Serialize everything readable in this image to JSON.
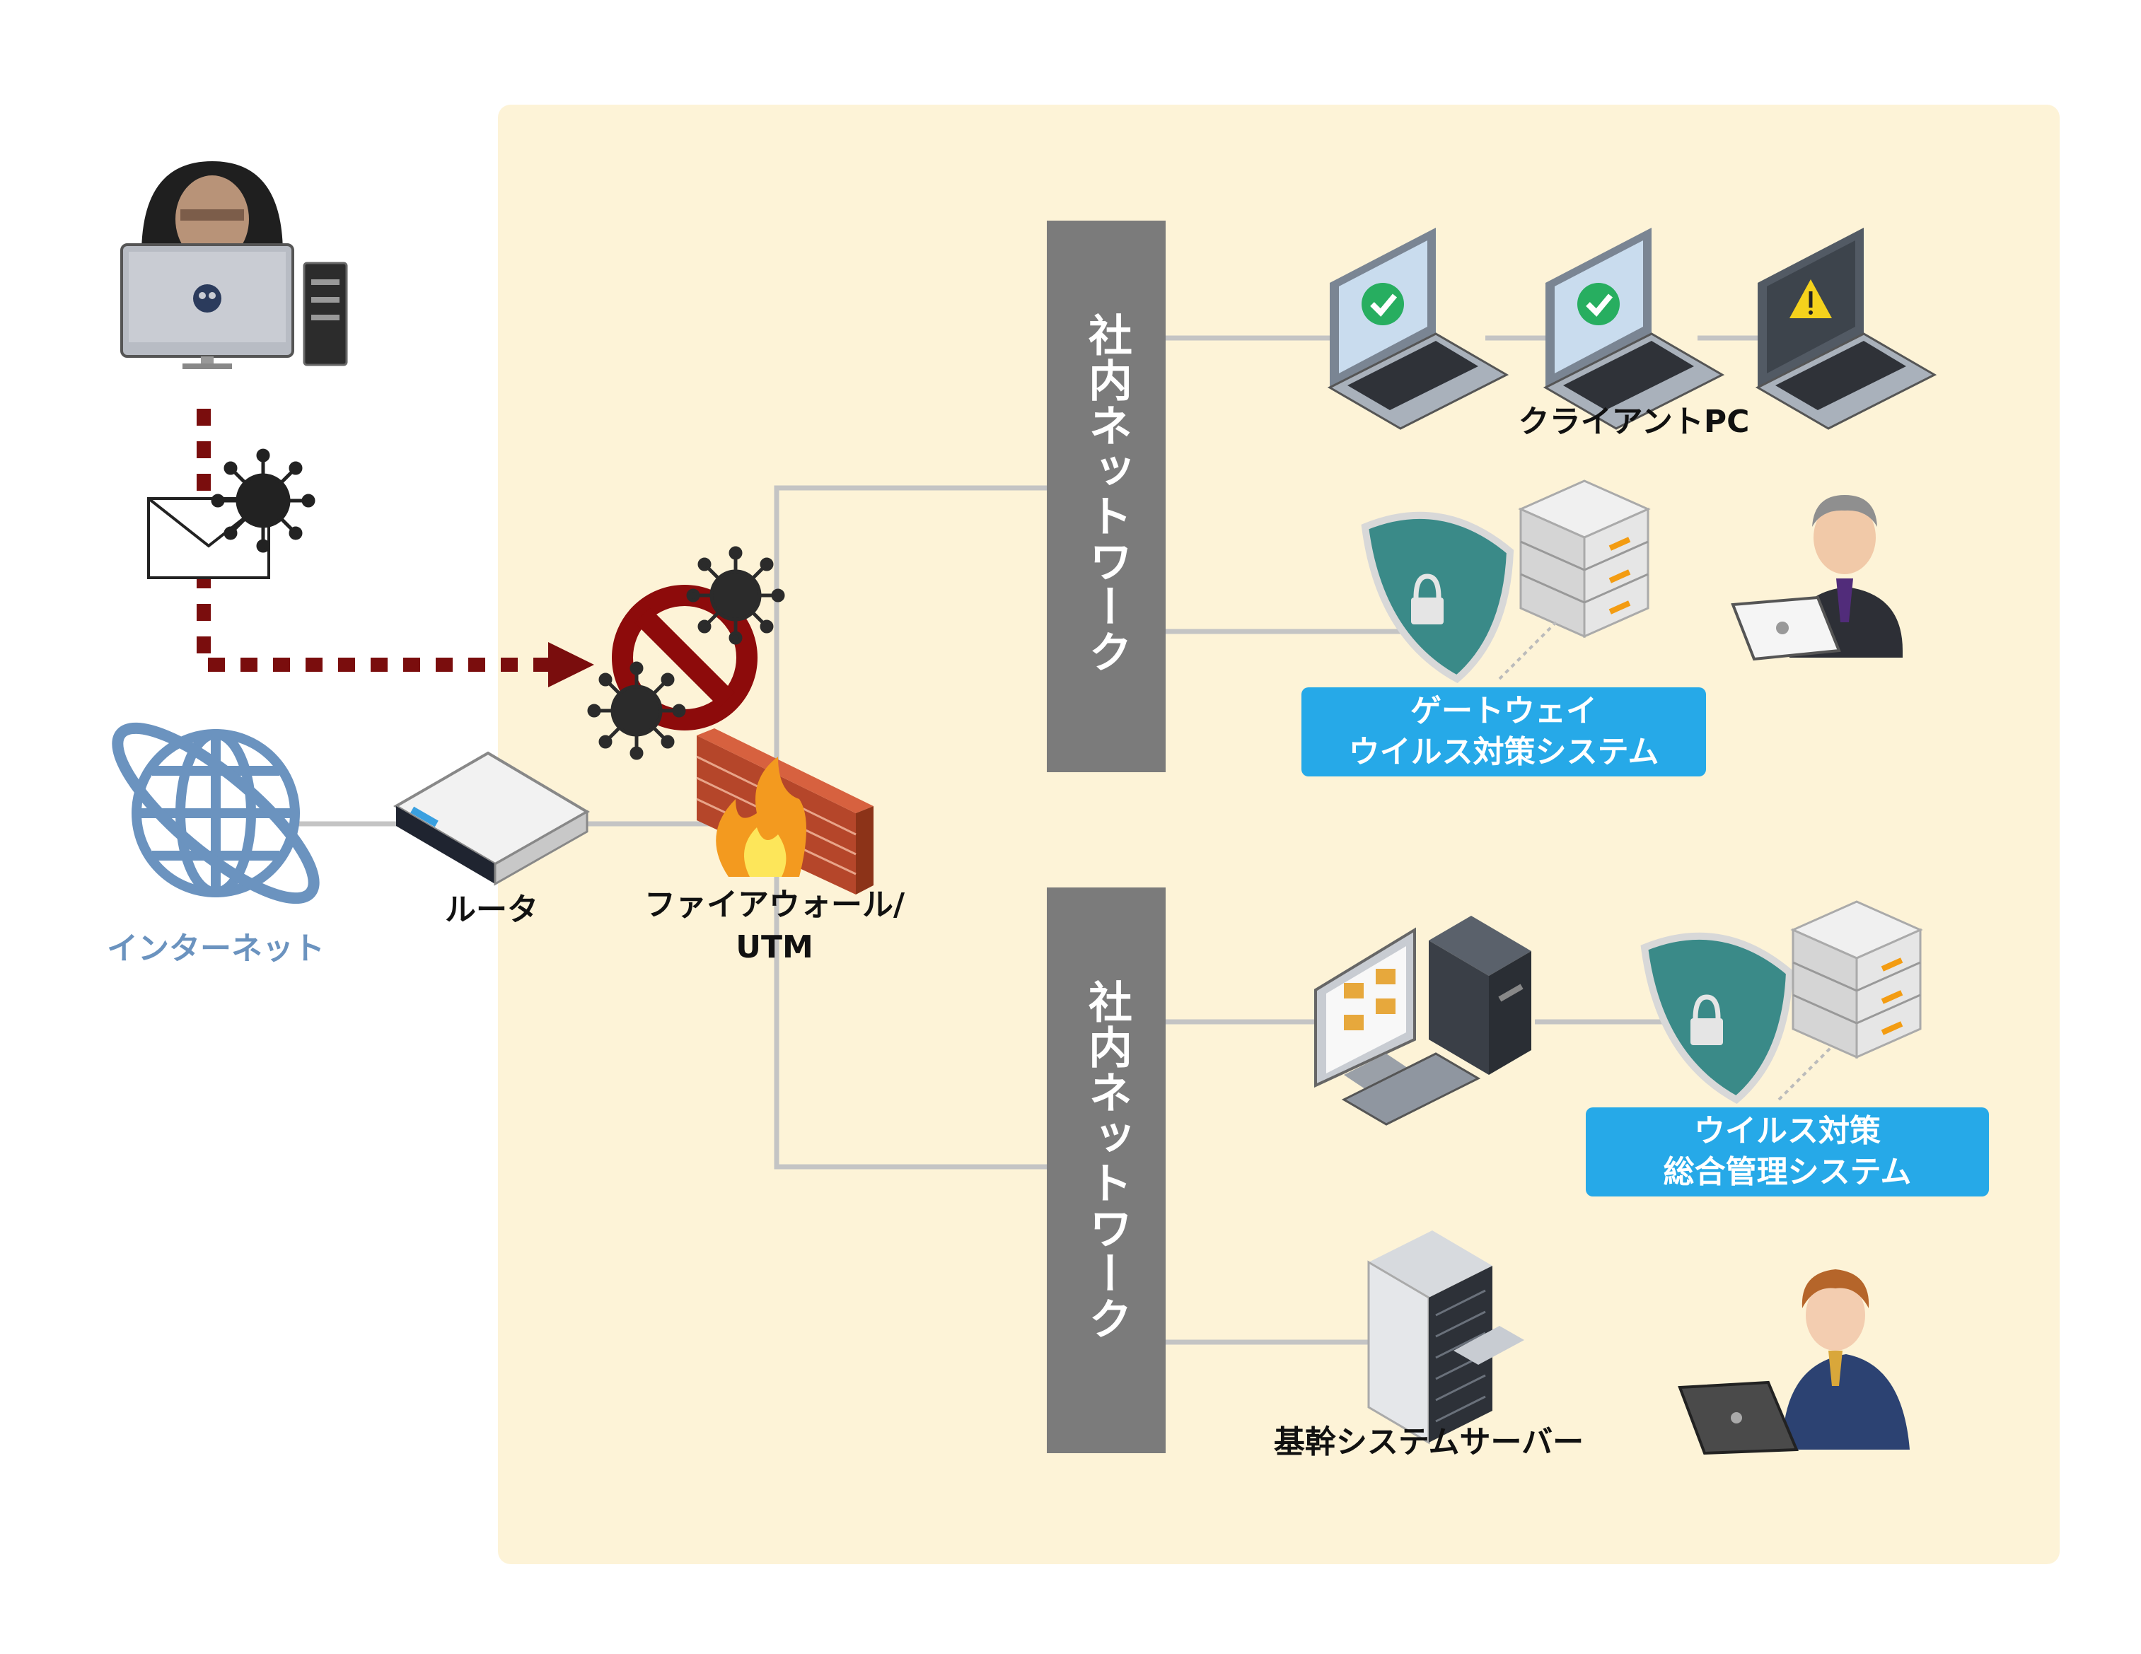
{
  "labels": {
    "internet": "インターネット",
    "router": "ルータ",
    "firewall_line1": "ファイアウォール/",
    "firewall_line2": "UTM",
    "network_top": "社内ネットワーク",
    "network_bottom": "社内ネットワーク",
    "client_pc": "クライアントPC",
    "gateway_line1": "ゲートウェイ",
    "gateway_line2": "ウイルス対策システム",
    "mgmt_line1": "ウイルス対策",
    "mgmt_line2": "総合管理システム",
    "core_server": "基幹システムサーバー"
  },
  "colors": {
    "zone_bg": "#fdf3d7",
    "network_bar": "#7b7b7b",
    "connector": "#c4c4c4",
    "attack_path": "#7a0d0d",
    "label_box": "#26a9e8",
    "globe": "#6b93bf",
    "shield": "#3a8a88",
    "block_sign": "#8d0b0b"
  },
  "icons": {
    "attacker": "hooded-hacker-icon",
    "malware_mail": "virus-email-icon",
    "block": "prohibited-icon",
    "virus": "virus-icon",
    "globe": "globe-icon",
    "router": "router-icon",
    "firewall": "burning-brick-wall-icon",
    "laptop_ok": "laptop-check-icon",
    "laptop_warning": "laptop-warning-icon",
    "shield": "shield-lock-icon",
    "server_stack": "server-stack-icon",
    "desktop": "desktop-computer-icon",
    "rack_server": "rack-server-icon",
    "user": "person-with-laptop-icon"
  }
}
